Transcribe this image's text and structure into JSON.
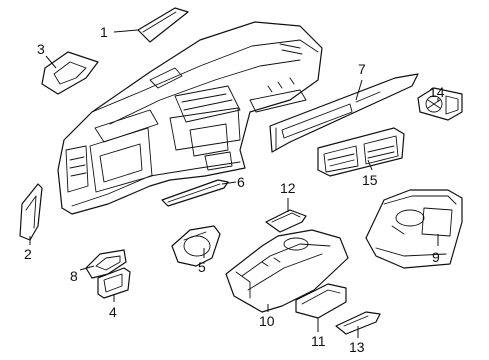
{
  "diagram": {
    "callouts": [
      "1",
      "2",
      "3",
      "4",
      "5",
      "6",
      "7",
      "8",
      "9",
      "10",
      "11",
      "12",
      "13",
      "14",
      "15"
    ]
  },
  "colors": {
    "line": "#111111",
    "background": "#ffffff"
  }
}
